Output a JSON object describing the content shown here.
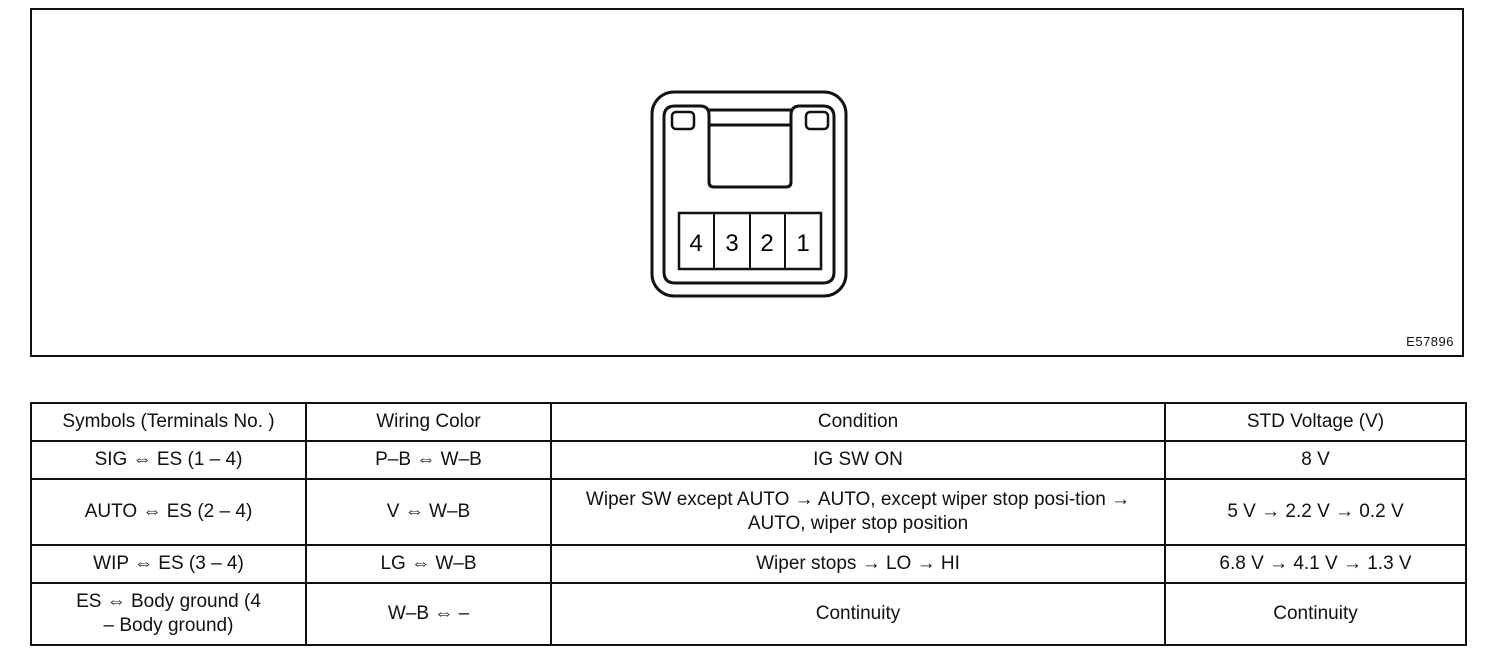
{
  "figure": {
    "figure_code": "E57896",
    "terminals": [
      "4",
      "3",
      "2",
      "1"
    ]
  },
  "table": {
    "headers": [
      "Symbols (Terminals No. )",
      "Wiring Color",
      "Condition",
      "STD Voltage (V)"
    ],
    "rows": [
      {
        "symbol": "SIG ⇔ ES (1 – 4)",
        "wiring": "P–B ⇔ W–B",
        "condition": "IG SW ON",
        "voltage": "8 V"
      },
      {
        "symbol": "AUTO ⇔ ES (2 – 4)",
        "wiring": "V ⇔ W–B",
        "condition": "Wiper SW except AUTO → AUTO, except wiper stop posi-tion → AUTO, wiper stop position",
        "voltage": "5 V → 2.2 V → 0.2 V"
      },
      {
        "symbol": "WIP ⇔ ES (3 – 4)",
        "wiring": "LG ⇔ W–B",
        "condition": "Wiper stops → LO → HI",
        "voltage": "6.8 V → 4.1 V → 1.3 V"
      },
      {
        "symbol": "ES ⇔ Body ground (4 – Body ground)",
        "wiring": "W–B ⇔ –",
        "condition": "Continuity",
        "voltage": "Continuity"
      }
    ]
  }
}
